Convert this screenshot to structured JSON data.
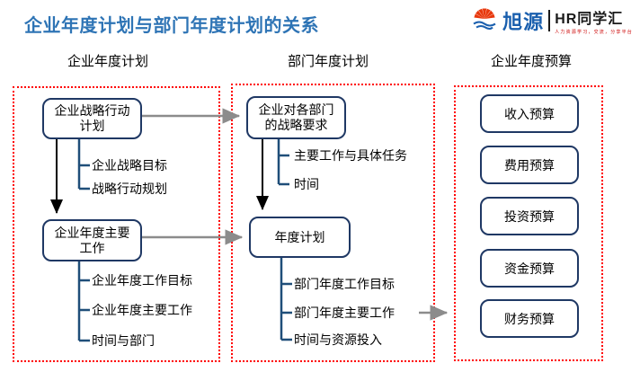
{
  "slide": {
    "title": "企业年度计划与部门年度计划的关系"
  },
  "logo": {
    "brand": "旭源",
    "name": "HR同学汇",
    "tagline": "人力资源学习，交流，分享平台"
  },
  "diagram": {
    "enterprise": {
      "header": "企业年度计划",
      "node1": {
        "line1": "企业战略行动",
        "line2": "计划"
      },
      "node1_children": [
        "企业战略目标",
        "战略行动规划"
      ],
      "node2": {
        "line1": "企业年度主要",
        "line2": "工作"
      },
      "node2_children": [
        "企业年度工作目标",
        "企业年度主要工作",
        "时间与部门"
      ]
    },
    "department": {
      "header": "部门年度计划",
      "node1": {
        "line1": "企业对各部门",
        "line2": "的战略要求"
      },
      "node1_children": [
        "主要工作与具体任务",
        "时间"
      ],
      "node2": {
        "line1": "年度计划",
        "line2": ""
      },
      "node2_children": [
        "部门年度工作目标",
        "部门年度主要工作",
        "时间与资源投入"
      ]
    },
    "budget": {
      "header": "企业年度预算",
      "items": [
        "收入预算",
        "费用预算",
        "投资预算",
        "资金预算",
        "财务预算"
      ]
    }
  },
  "colors": {
    "title_blue": "#2E74B5",
    "node_border_navy": "#1F3864",
    "branch_blue": "#1F4E79",
    "dashed_red": "#FF0000",
    "arrow_gray": "#8C8C8C",
    "arrow_black": "#000000",
    "logo_blue": "#1A5FAE",
    "logo_red": "#E8380D",
    "tagline_red": "#CC0000"
  }
}
